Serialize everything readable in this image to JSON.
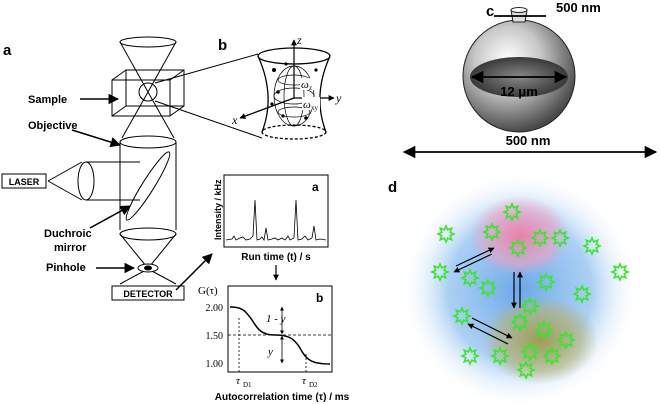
{
  "panel_letters": {
    "a": "a",
    "b": "b",
    "c": "c",
    "d": "d",
    "inset_a": "a",
    "inset_b": "b"
  },
  "setup_labels": {
    "sample": "Sample",
    "objective": "Objective",
    "laser": "LASER",
    "dichroic_line1": "Duchroic",
    "dichroic_line2": "mirror",
    "pinhole": "Pinhole",
    "detector": "DETECTOR"
  },
  "focal_volume": {
    "axis_z": "z",
    "axis_y": "y",
    "axis_x": "x",
    "omega_z": "ω",
    "omega_z_sub": "z",
    "omega_xy": "ω",
    "omega_xy_sub": "xy"
  },
  "trace": {
    "ylabel": "Intensity / kHz",
    "xlabel": "Run time (t) / s"
  },
  "autocorrelation": {
    "ylabel": "G(τ)",
    "xlabel": "Autocorrelation time (τ) / ms",
    "yticks": [
      "2.00",
      "1.50",
      "1.00"
    ],
    "tau1": "τ",
    "tau1_sub": "D1",
    "tau2": "τ",
    "tau2_sub": "D2",
    "label_1my": "1 - y",
    "label_y": "y"
  },
  "vesicle": {
    "neck_size": "500 nm",
    "diameter": "12 μm"
  },
  "domain_scale": "500 nm",
  "colors": {
    "blue_glow": "#6aa8e8",
    "pink_domain": "#f08fb0",
    "olive_domain": "#a8a85a",
    "star_green": "#39e62c"
  }
}
